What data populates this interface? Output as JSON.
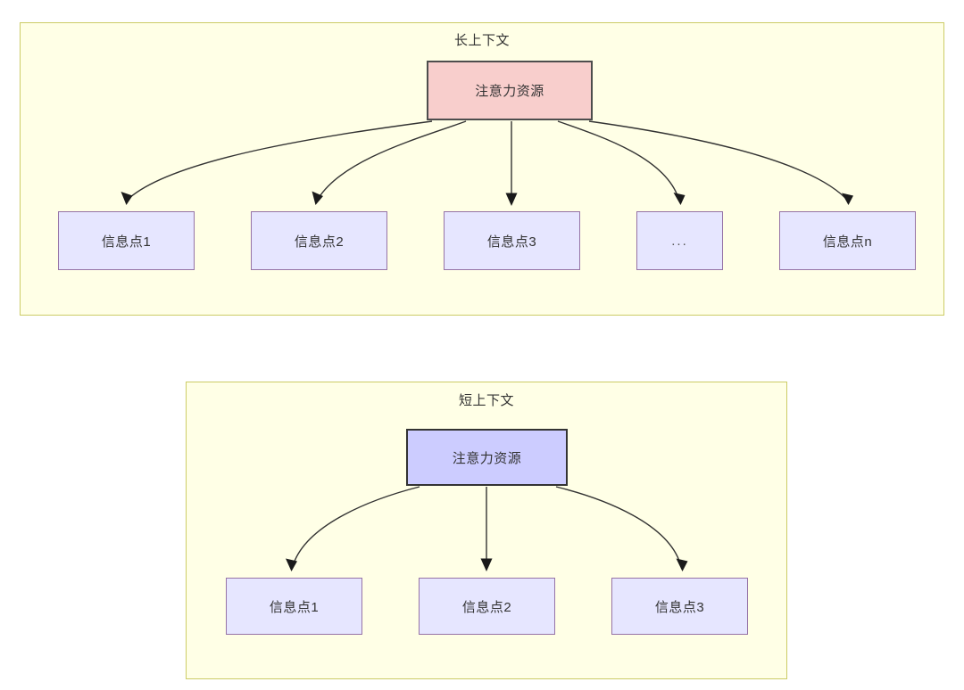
{
  "diagram": {
    "type": "flow",
    "palette": {
      "group_fill": "#ffffe6",
      "group_border": "#cccc66",
      "attention_long_fill": "#f8cecc",
      "attention_long_border": "#4d4d4d",
      "attention_short_fill": "#ccccff",
      "attention_short_border": "#333333",
      "info_fill": "#e6e6ff",
      "info_border": "#9673a6",
      "edge_color": "#333333",
      "text_color": "#333333"
    },
    "groups": [
      {
        "id": "long-context",
        "title": "长上下文",
        "root": {
          "id": "long-attention",
          "label": "注意力资源"
        },
        "children": [
          {
            "id": "long-i1",
            "label": "信息点1"
          },
          {
            "id": "long-i2",
            "label": "信息点2"
          },
          {
            "id": "long-i3",
            "label": "信息点3"
          },
          {
            "id": "long-idots",
            "label": "..."
          },
          {
            "id": "long-in",
            "label": "信息点n"
          }
        ]
      },
      {
        "id": "short-context",
        "title": "短上下文",
        "root": {
          "id": "short-attention",
          "label": "注意力资源"
        },
        "children": [
          {
            "id": "short-i1",
            "label": "信息点1"
          },
          {
            "id": "short-i2",
            "label": "信息点2"
          },
          {
            "id": "short-i3",
            "label": "信息点3"
          }
        ]
      }
    ]
  }
}
